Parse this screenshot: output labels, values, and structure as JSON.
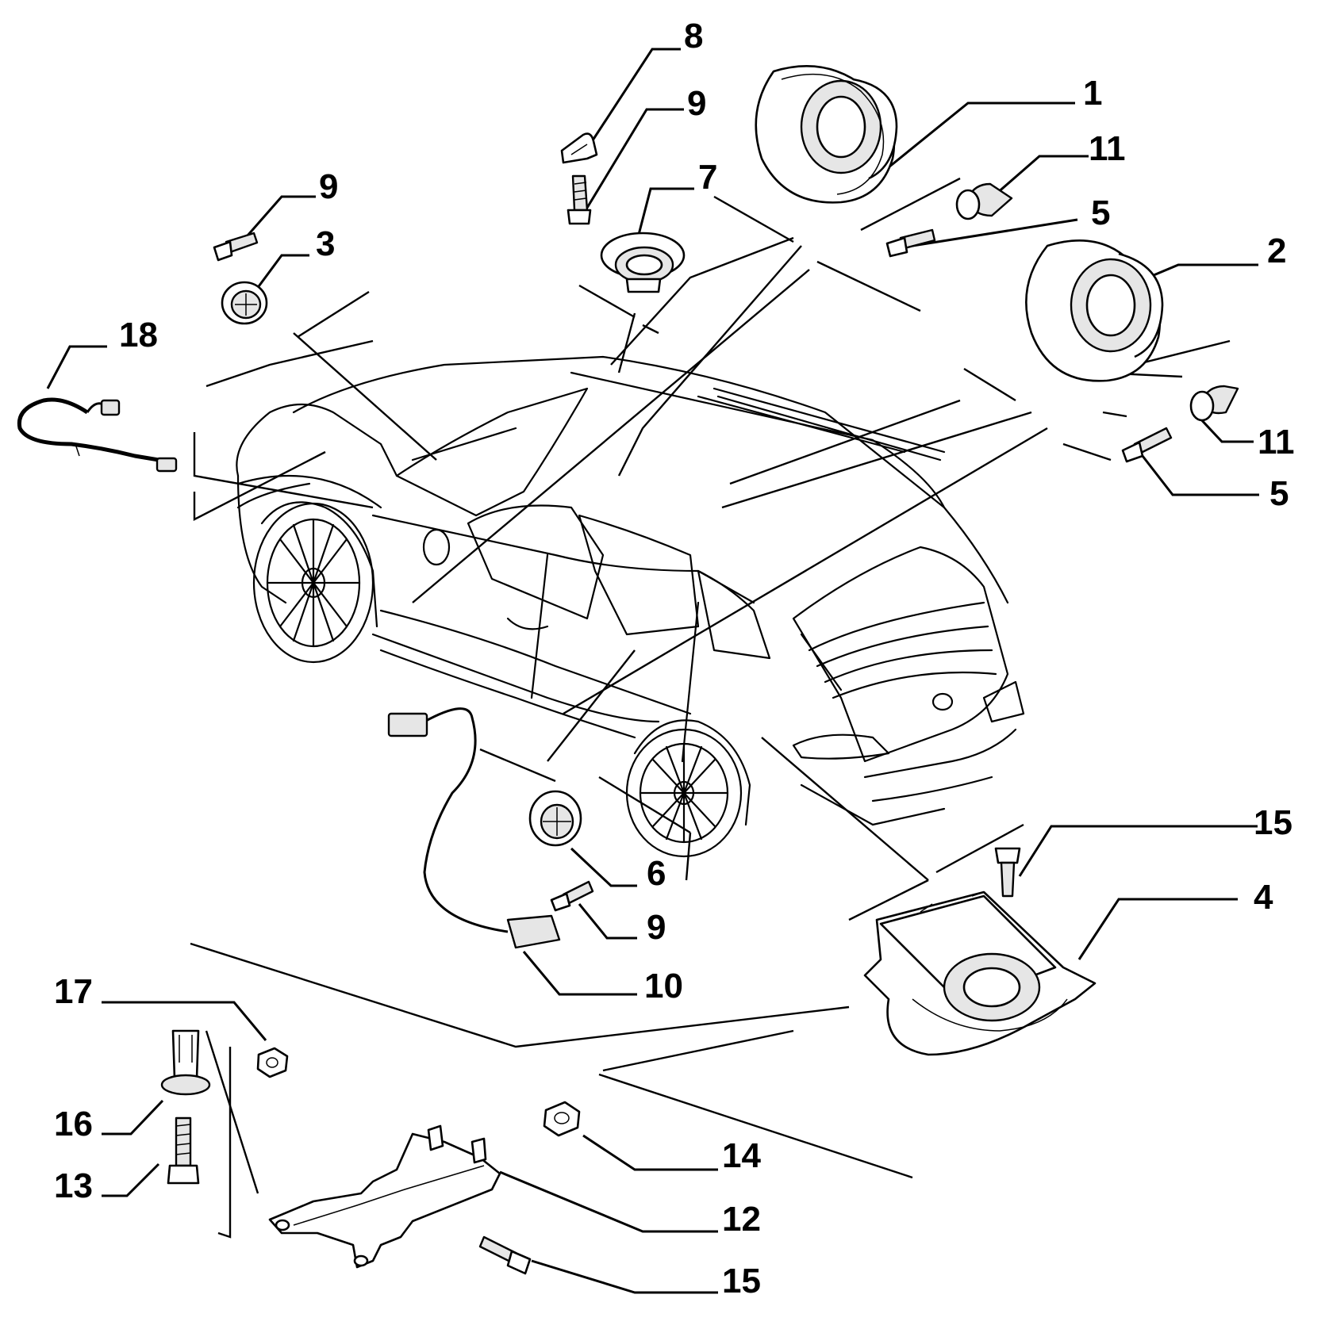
{
  "diagram": {
    "callouts": [
      "8",
      "9",
      "1",
      "11",
      "7",
      "9",
      "3",
      "5",
      "2",
      "18",
      "11",
      "5",
      "15",
      "4",
      "6",
      "9",
      "10",
      "17",
      "16",
      "14",
      "13",
      "12",
      "15"
    ]
  },
  "parts": [
    {
      "name": "front-door-speaker",
      "number": "1"
    },
    {
      "name": "rear-door-speaker",
      "number": "2"
    },
    {
      "name": "tweeter-left",
      "number": "3"
    },
    {
      "name": "subwoofer-enclosure",
      "number": "4"
    },
    {
      "name": "screw",
      "number": "5"
    },
    {
      "name": "tweeter-right",
      "number": "6"
    },
    {
      "name": "center-speaker",
      "number": "7"
    },
    {
      "name": "clip-nut",
      "number": "8"
    },
    {
      "name": "screw",
      "number": "9"
    },
    {
      "name": "wiring-harness",
      "number": "10"
    },
    {
      "name": "expansion-rivet",
      "number": "11"
    },
    {
      "name": "mounting-bracket",
      "number": "12"
    },
    {
      "name": "bolt",
      "number": "13"
    },
    {
      "name": "flange-nut",
      "number": "14"
    },
    {
      "name": "bolt",
      "number": "15"
    },
    {
      "name": "spacer-bush",
      "number": "16"
    },
    {
      "name": "nut",
      "number": "17"
    },
    {
      "name": "wiring-harness",
      "number": "18"
    }
  ],
  "icons": {
    "car": "car-illustration",
    "speaker": "speaker-icon",
    "screw": "screw-icon"
  }
}
